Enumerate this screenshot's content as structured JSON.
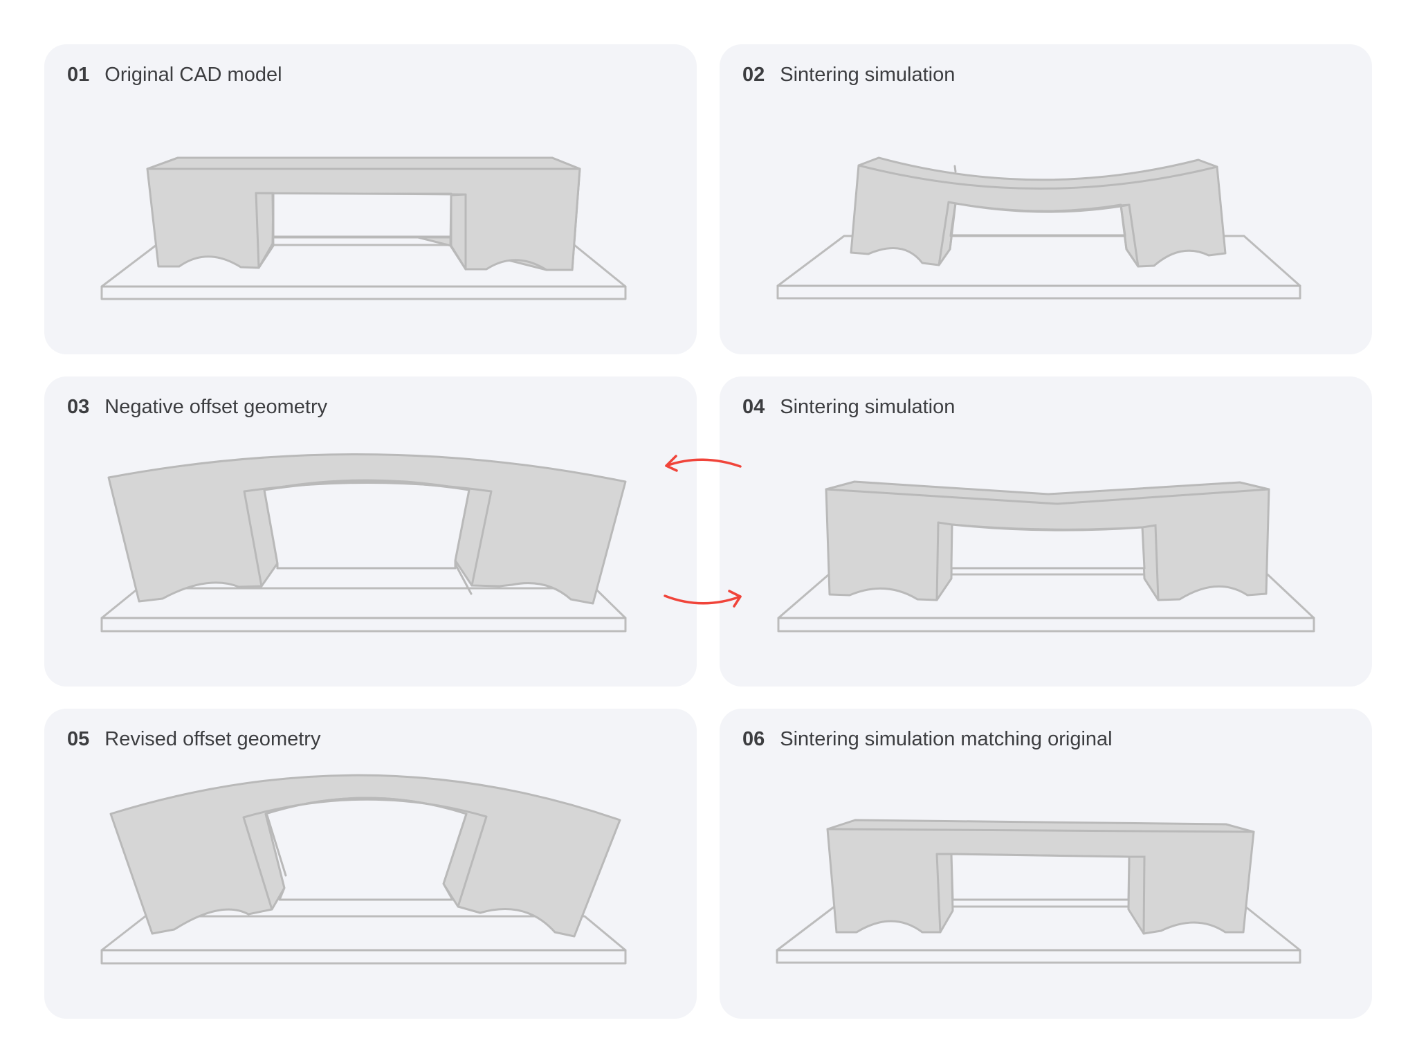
{
  "panels": [
    {
      "num": "01",
      "label": "Original CAD model"
    },
    {
      "num": "02",
      "label": "Sintering simulation"
    },
    {
      "num": "03",
      "label": "Negative offset geometry"
    },
    {
      "num": "04",
      "label": "Sintering simulation"
    },
    {
      "num": "05",
      "label": "Revised offset geometry"
    },
    {
      "num": "06",
      "label": "Sintering simulation matching original"
    }
  ],
  "colors": {
    "card_bg": "#f3f4f8",
    "part_fill": "#d6d6d6",
    "part_stroke": "#b9b9b9",
    "arrow": "#f0443a",
    "text": "#3c3d40"
  },
  "arrows": [
    {
      "name": "feedback-arrow-back",
      "direction": "left"
    },
    {
      "name": "feedback-arrow-forward",
      "direction": "right"
    }
  ]
}
